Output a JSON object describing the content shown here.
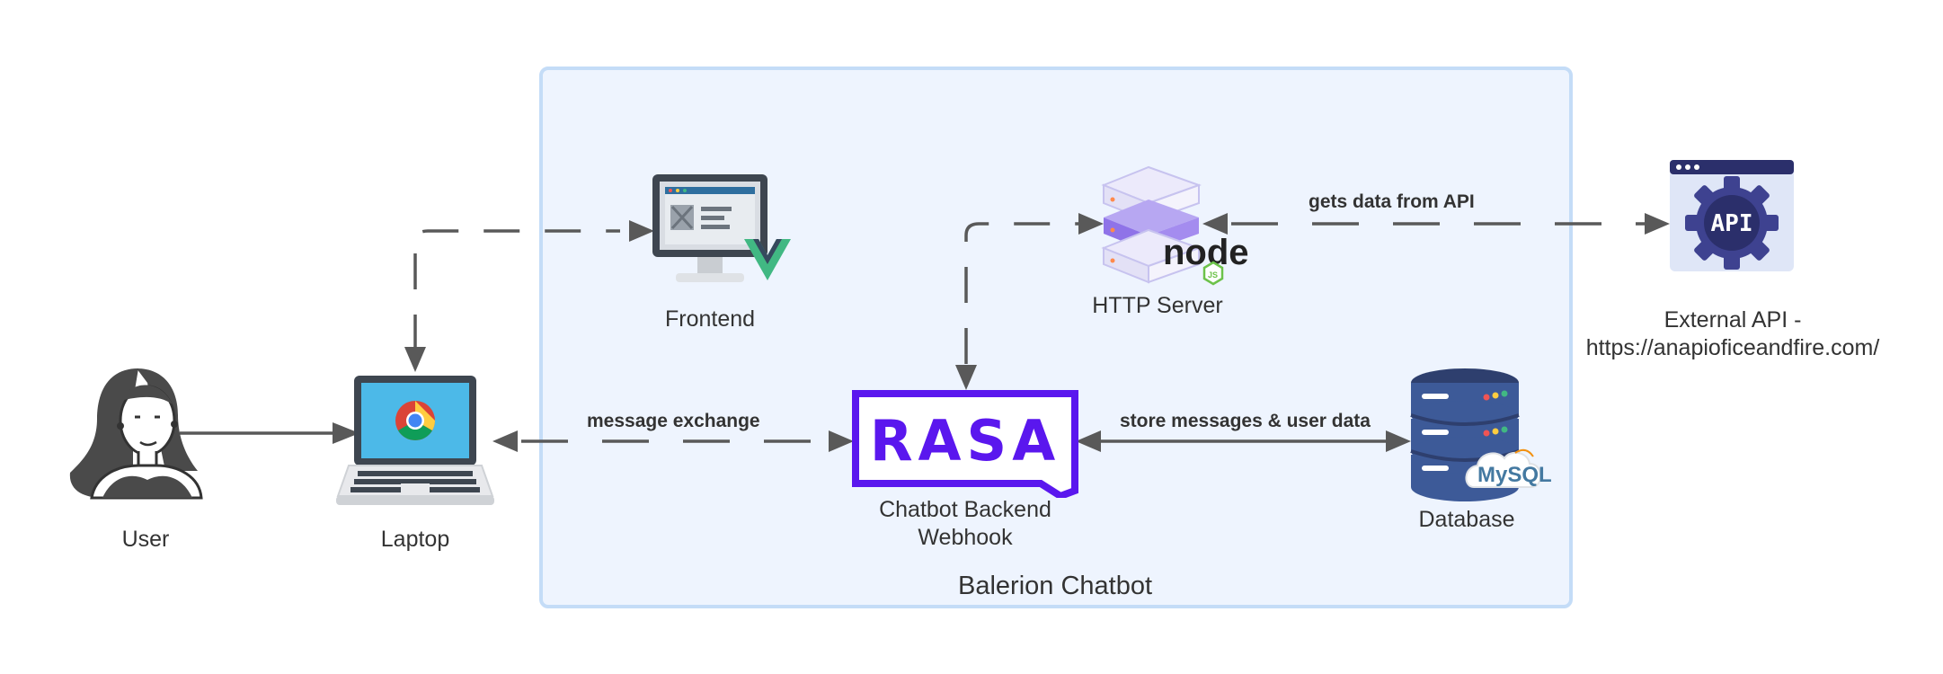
{
  "group": {
    "title": "Balerion Chatbot",
    "fill": "#eef4fe",
    "stroke": "#c4dcf7"
  },
  "nodes": {
    "user": {
      "label": "User",
      "icon": "user-icon"
    },
    "laptop": {
      "label": "Laptop",
      "icon": "laptop-chrome-icon"
    },
    "frontend": {
      "label": "Frontend",
      "icon": "monitor-vue-icon"
    },
    "http_server": {
      "label": "HTTP Server",
      "icon": "server-node-icon"
    },
    "backend": {
      "label_line1": "Chatbot Backend",
      "label_line2": "Webhook",
      "logo_text": "RASA",
      "icon": "rasa-logo-icon"
    },
    "database": {
      "label": "Database",
      "logo_text": "MySQL",
      "icon": "database-mysql-icon"
    },
    "external_api": {
      "label_line1": "External API -",
      "label_line2": "https://anapioficeandfire.com/",
      "badge_text": "API",
      "icon": "api-gear-icon"
    }
  },
  "edges": {
    "message_exchange": "message exchange",
    "store_messages": "store messages & user data",
    "gets_data": "gets data from API"
  },
  "colors": {
    "line": "#595959",
    "rasa": "#5a17ee",
    "vue_green": "#41b883",
    "vue_dark": "#35495e",
    "node_green": "#6cc24a",
    "api_navy": "#2b2f6b",
    "db_blue": "#3d5a98",
    "mysql_blue": "#4479a1",
    "mysql_orange": "#f29111"
  }
}
